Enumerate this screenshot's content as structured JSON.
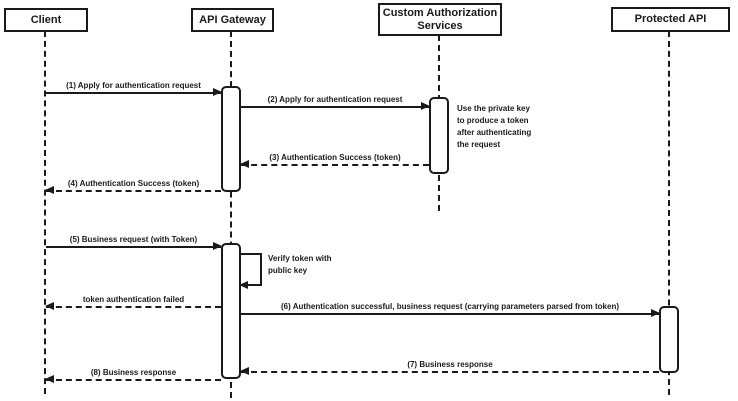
{
  "diagram": {
    "type": "uml-sequence",
    "colors": {
      "line": "#1a1a1a",
      "background": "#ffffff"
    },
    "actors": [
      {
        "id": "client",
        "label": "Client"
      },
      {
        "id": "api-gateway",
        "label": "API Gateway"
      },
      {
        "id": "custom-authorization-services",
        "label": "Custom Authorization Services"
      },
      {
        "id": "protected-api",
        "label": "Protected API"
      }
    ],
    "messages": [
      {
        "label": "(1) Apply for authentication request",
        "from": "Client",
        "to": "API Gateway",
        "line": "solid"
      },
      {
        "label": "(2) Apply for authentication request",
        "from": "API Gateway",
        "to": "Custom Authorization Services",
        "line": "solid"
      },
      {
        "label": "(3) Authentication Success (token)",
        "from": "Custom Authorization Services",
        "to": "API Gateway",
        "line": "dashed"
      },
      {
        "label": "(4) Authentication Success (token)",
        "from": "API Gateway",
        "to": "Client",
        "line": "dashed"
      },
      {
        "label": "(5) Business request (with Token)",
        "from": "Client",
        "to": "API Gateway",
        "line": "solid"
      },
      {
        "label": "Verify token with public key",
        "from": "API Gateway",
        "to": "API Gateway",
        "line": "self"
      },
      {
        "label": "token authentication failed",
        "from": "API Gateway",
        "to": "Client",
        "line": "dashed"
      },
      {
        "label": "(6) Authentication successful, business request (carrying parameters parsed from token)",
        "from": "API Gateway",
        "to": "Protected API",
        "line": "solid"
      },
      {
        "label": "(7) Business response",
        "from": "Protected API",
        "to": "API Gateway",
        "line": "dashed"
      },
      {
        "label": "(8) Business response",
        "from": "API Gateway",
        "to": "Client",
        "line": "dashed"
      }
    ],
    "note": {
      "text": "Use the private key to produce a token after authenticating the request"
    }
  }
}
